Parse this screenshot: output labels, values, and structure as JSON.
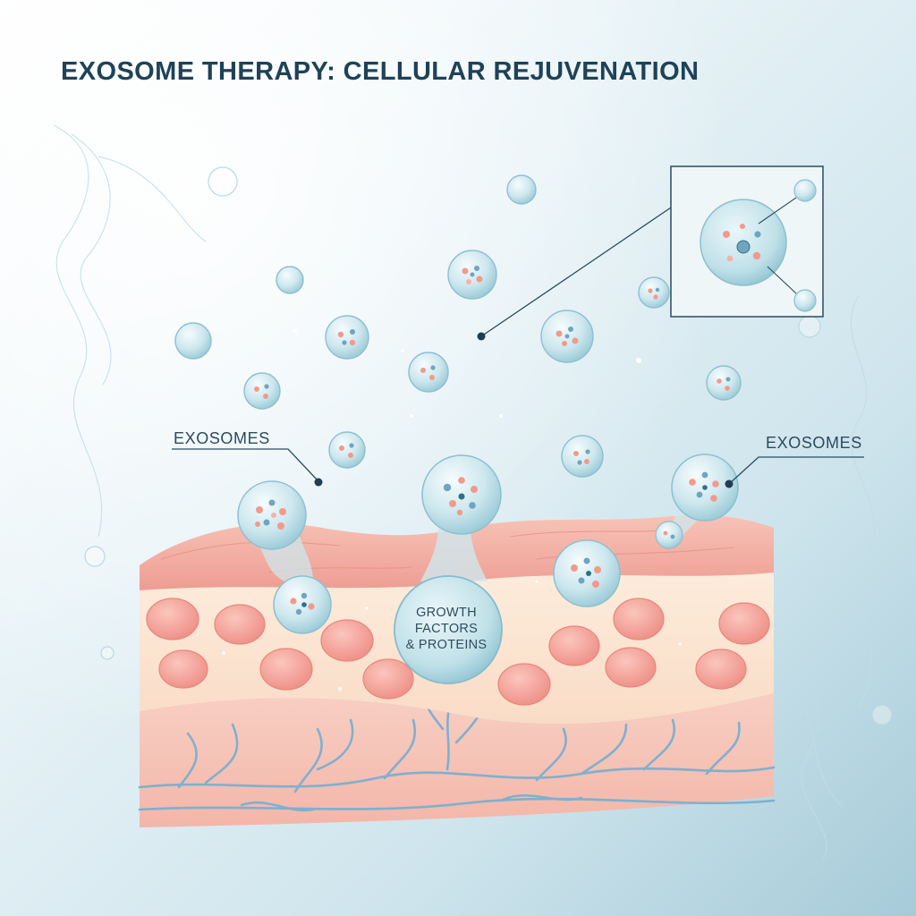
{
  "title": "EXOSOME THERAPY: CELLULAR REJUVENATION",
  "labels": {
    "left": "EXOSOMES",
    "right": "EXOSOMES",
    "center": [
      "GROWTH",
      "FACTORS",
      "& PROTEINS"
    ]
  },
  "colors": {
    "background_light": "#f4f9fb",
    "background_accent": "#a9cfdc",
    "title_text": "#1f4257",
    "skin_top": "#f2b1a7",
    "skin_mid": "#fbe3cf",
    "skin_cell": "#f49c94",
    "dermis": "#f5c0b4",
    "vessel": "#7fb0cf",
    "exosome_fill": "#cfe9ef",
    "cargo_pink": "#f19a8c",
    "cargo_blue": "#6fa5c0"
  },
  "icons": [
    "exosome-vesicle-icon",
    "magnified-exosome-inset",
    "fat-cell-icon",
    "blood-vessel-network"
  ]
}
